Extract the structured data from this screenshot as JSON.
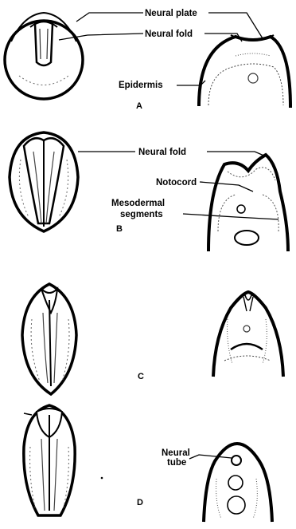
{
  "labels": {
    "neural_plate": "Neural plate",
    "neural_fold_a": "Neural fold",
    "epidermis": "Epidermis",
    "neural_fold_b": "Neural fold",
    "notocord": "Notocord",
    "mesodermal_line1": "Mesodermal",
    "mesodermal_line2": "segments",
    "neural_tube_line1": "Neural",
    "neural_tube_line2": "tube"
  },
  "stages": {
    "a": "A",
    "b": "B",
    "c": "C",
    "d": "D"
  }
}
